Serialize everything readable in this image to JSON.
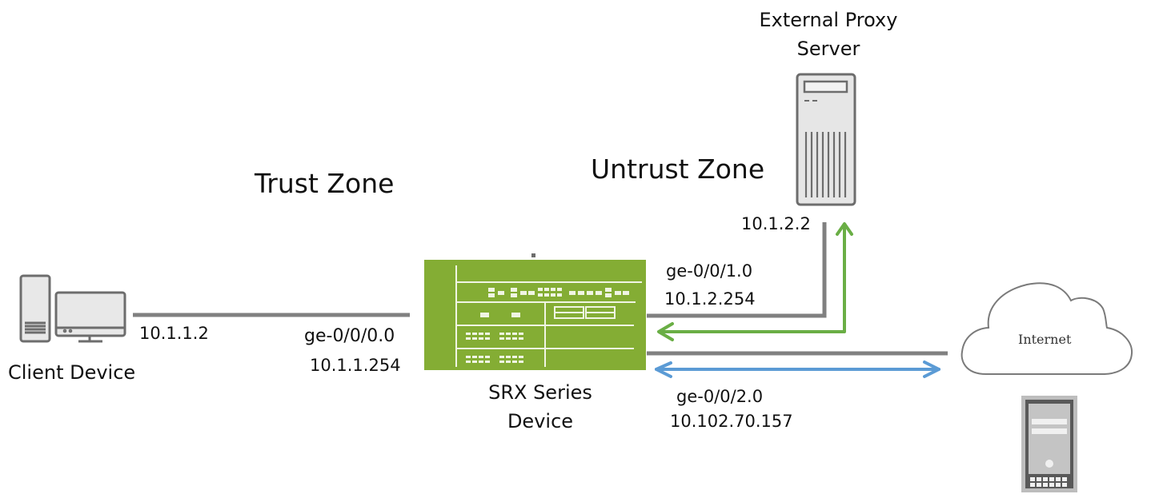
{
  "zones": {
    "trust": "Trust Zone",
    "untrust": "Untrust Zone"
  },
  "devices": {
    "client": {
      "name": "Client Device",
      "ip": "10.1.1.2",
      "icon": "desktop-computer-icon"
    },
    "srx": {
      "name_line1": "SRX Series",
      "name_line2": "Device",
      "icon": "firewall-router-icon"
    },
    "proxy": {
      "name_line1": "External Proxy",
      "name_line2": "Server",
      "ip": "10.1.2.2",
      "icon": "tower-server-icon"
    },
    "internet": {
      "label": "Internet",
      "icon": "cloud-icon"
    },
    "web_server": {
      "icon": "server-icon"
    }
  },
  "interfaces": {
    "trust": {
      "name": "ge-0/0/0.0",
      "ip": "10.1.1.254"
    },
    "proxy_side": {
      "name": "ge-0/0/1.0",
      "ip": "10.1.2.254"
    },
    "internet_side": {
      "name": "ge-0/0/2.0",
      "ip": "10.102.70.157"
    }
  },
  "colors": {
    "link": "#808080",
    "srx_green": "#84ad34",
    "proxy_flow": "#6aae45",
    "internet_flow": "#5b9bd5"
  }
}
